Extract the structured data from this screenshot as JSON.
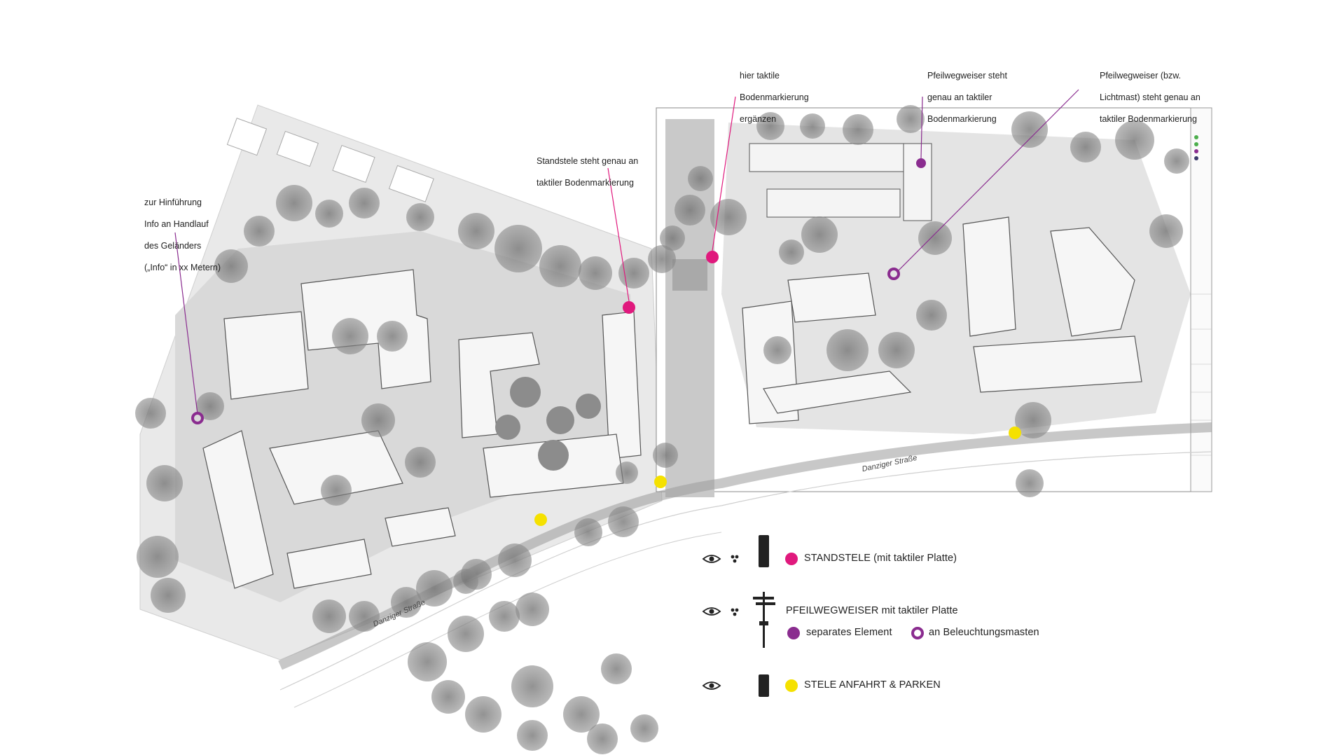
{
  "annotations": {
    "hinfuehrung": [
      "zur Hinführung",
      "Info an Handlauf",
      "des Geländers",
      "(„Info“ in xx Metern)"
    ],
    "standstele": [
      "Standstele steht genau an",
      "taktiler Bodenmarkierung"
    ],
    "ergaenzen": [
      "hier taktile",
      "Bodenmarkierung",
      "ergänzen"
    ],
    "pfeil1": [
      "Pfeilwegweiser  steht",
      "genau an taktiler",
      "Bodenmarkierung"
    ],
    "pfeil2": [
      "Pfeilwegweiser (bzw.",
      "Lichtmast) steht genau an",
      "taktiler Bodenmarkierung"
    ]
  },
  "streets": {
    "danziger_left": "Danziger Straße",
    "danziger_right": "Danziger Straße"
  },
  "legend": {
    "standstele": "STANDSTELE (mit taktiler Platte)",
    "pfeilwegweiser": "PFEILWEGWEISER mit taktiler Platte",
    "separates": "separates Element",
    "beleuchtung": "an Beleuchtungsmasten",
    "stele_anfahrt": "STELE ANFAHRT & PARKEN"
  },
  "colors": {
    "magenta": "#e0197d",
    "purple": "#8a2c8f",
    "yellow": "#f5e100",
    "plan_gray": "#b9b9b9",
    "tree_gray": "#7a7a7a"
  },
  "icons": {
    "eye": "eye-icon",
    "braille": "braille-dots-icon",
    "stele": "stele-icon",
    "signpost": "signpost-icon"
  }
}
